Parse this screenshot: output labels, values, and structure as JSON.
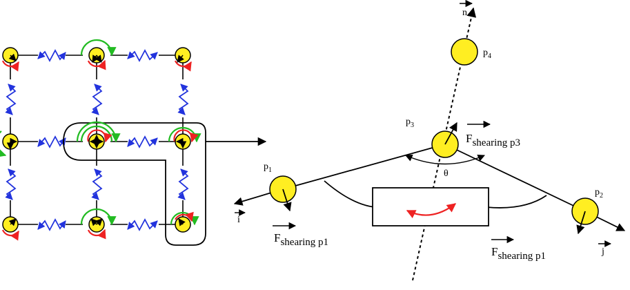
{
  "diagram": {
    "labels": {
      "n": "n",
      "p4": {
        "base": "p",
        "sub": "4"
      },
      "p3": {
        "base": "p",
        "sub": "3"
      },
      "p1": {
        "base": "p",
        "sub": "1"
      },
      "p2": {
        "base": "p",
        "sub": "2"
      },
      "theta": "θ",
      "i": "i",
      "j": "j",
      "f_p3": {
        "base": "F",
        "sub": "shearing p3"
      },
      "f_p1_left": {
        "base": "F",
        "sub": "shearing p1"
      },
      "f_p1_right": {
        "base": "F",
        "sub": "shearing p1"
      }
    },
    "colors": {
      "node_fill": "#ffee22",
      "spring": "#2233dd",
      "green_arc": "#22bb22",
      "red_arc": "#ee2222",
      "stroke": "#000000"
    }
  }
}
